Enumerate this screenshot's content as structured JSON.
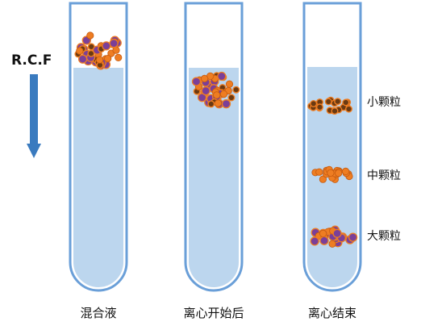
{
  "rcf_label": "R.C.F",
  "tubes": [
    {
      "caption": "混合液"
    },
    {
      "caption": "离心开始后"
    },
    {
      "caption": "离心结束"
    }
  ],
  "band_labels": {
    "small": "小颗粒",
    "medium": "中颗粒",
    "large": "大颗粒"
  },
  "colors": {
    "tube_outline": "#6a9fd8",
    "liquid": "#bcd6ee",
    "arrow": "#3a7bbf",
    "large_particle": "#7b3f98",
    "medium_particle": "#ee7d22",
    "small_particle": "#6b3a12",
    "particle_edge": "#3a1a05"
  }
}
